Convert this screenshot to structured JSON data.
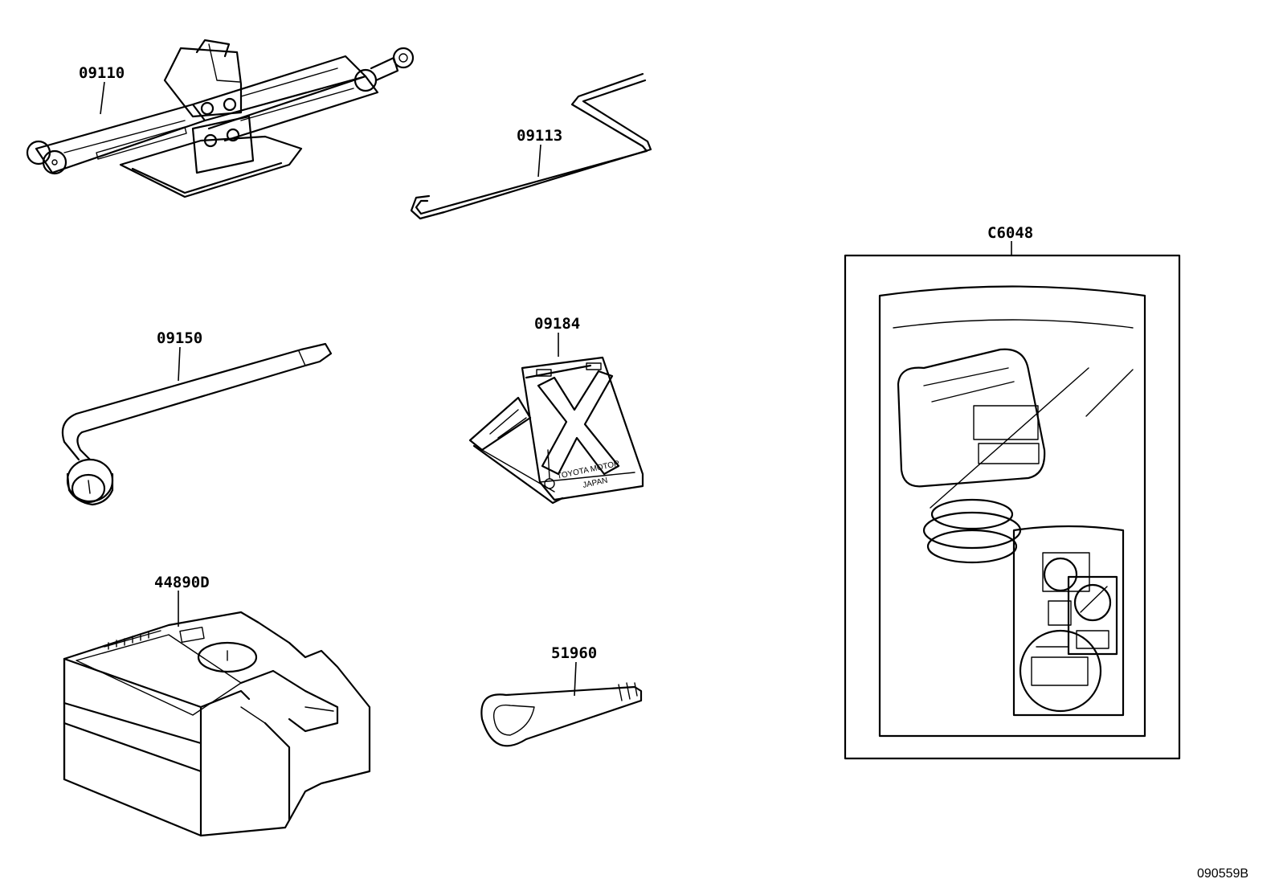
{
  "parts": {
    "jack": {
      "number": "09110"
    },
    "jack_handle": {
      "number": "09113"
    },
    "wheel_wrench": {
      "number": "09150"
    },
    "wheel_chock": {
      "number": "09184"
    },
    "compressor": {
      "number": "44890D"
    },
    "tow_hook": {
      "number": "51960"
    },
    "label_kit": {
      "number": "C6048"
    }
  },
  "chock_stamp": {
    "line1": "TOYOTA MOTOR",
    "line2": "JAPAN"
  },
  "figure_id": "090559B"
}
